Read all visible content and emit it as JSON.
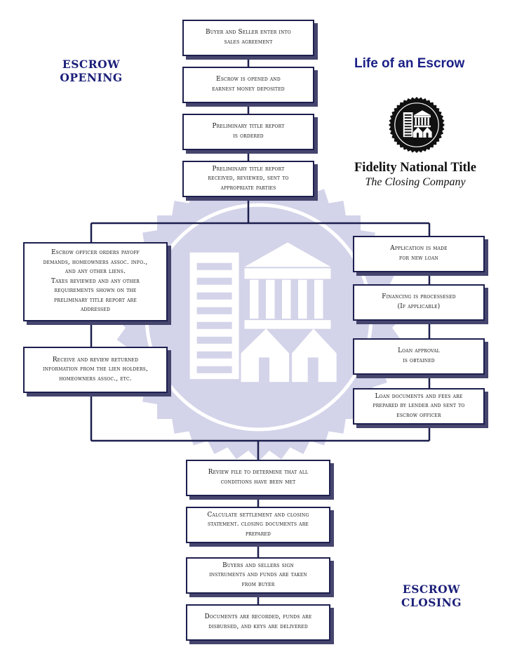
{
  "title": "Life of an Escrow",
  "company": {
    "name": "Fidelity National Title",
    "tagline": "The Closing Company"
  },
  "phases": {
    "opening": "ESCROW\nOPENING",
    "closing": "ESCROW\nCLOSING"
  },
  "steps": {
    "s1": "Buyer and Seller enter into\nsales agreement",
    "s2": "Escrow is opened and\nearnest money deposited",
    "s3": "Preliminary title report\nis ordered",
    "s4": "Preliminary title report\nreceived, reviewed, sent to\nappropriate parties",
    "left1": "Escrow officer orders payoff\ndemands, homeowners assoc. info.,\nand any other liens.\nTaxes reviewed and any other\nrequirements shown on the\npreliminary title report are\naddressed",
    "left2": "Receive and review returned\ninformation from the lien holders,\nhomeowners assoc., etc.",
    "right1": "Application is made\nfor new loan",
    "right2": "Financing is processesed\n(If applicable)",
    "right3": "Loan approval\nis obtained",
    "right4": "Loan documents and fees are\nprepared by lender and sent to\nescrow officer",
    "c1": "Review file to determine that all\nconditions have been met",
    "c2": "Calculate settlement and closing\nstatement. closing documents are\nprepared",
    "c3": "Buyers and sellers sign\ninstruments and funds are taken\nfrom buyer",
    "c4": "Documents are recorded, funds are\ndisbursed, and keys are delivered"
  },
  "colors": {
    "line": "#1d1f4e",
    "shadow": "#45456e",
    "accent": "#1a1f86",
    "watermark": "#d3d3e9"
  },
  "icons": {
    "logo": "building-seal-icon",
    "watermark": "building-seal-watermark"
  }
}
